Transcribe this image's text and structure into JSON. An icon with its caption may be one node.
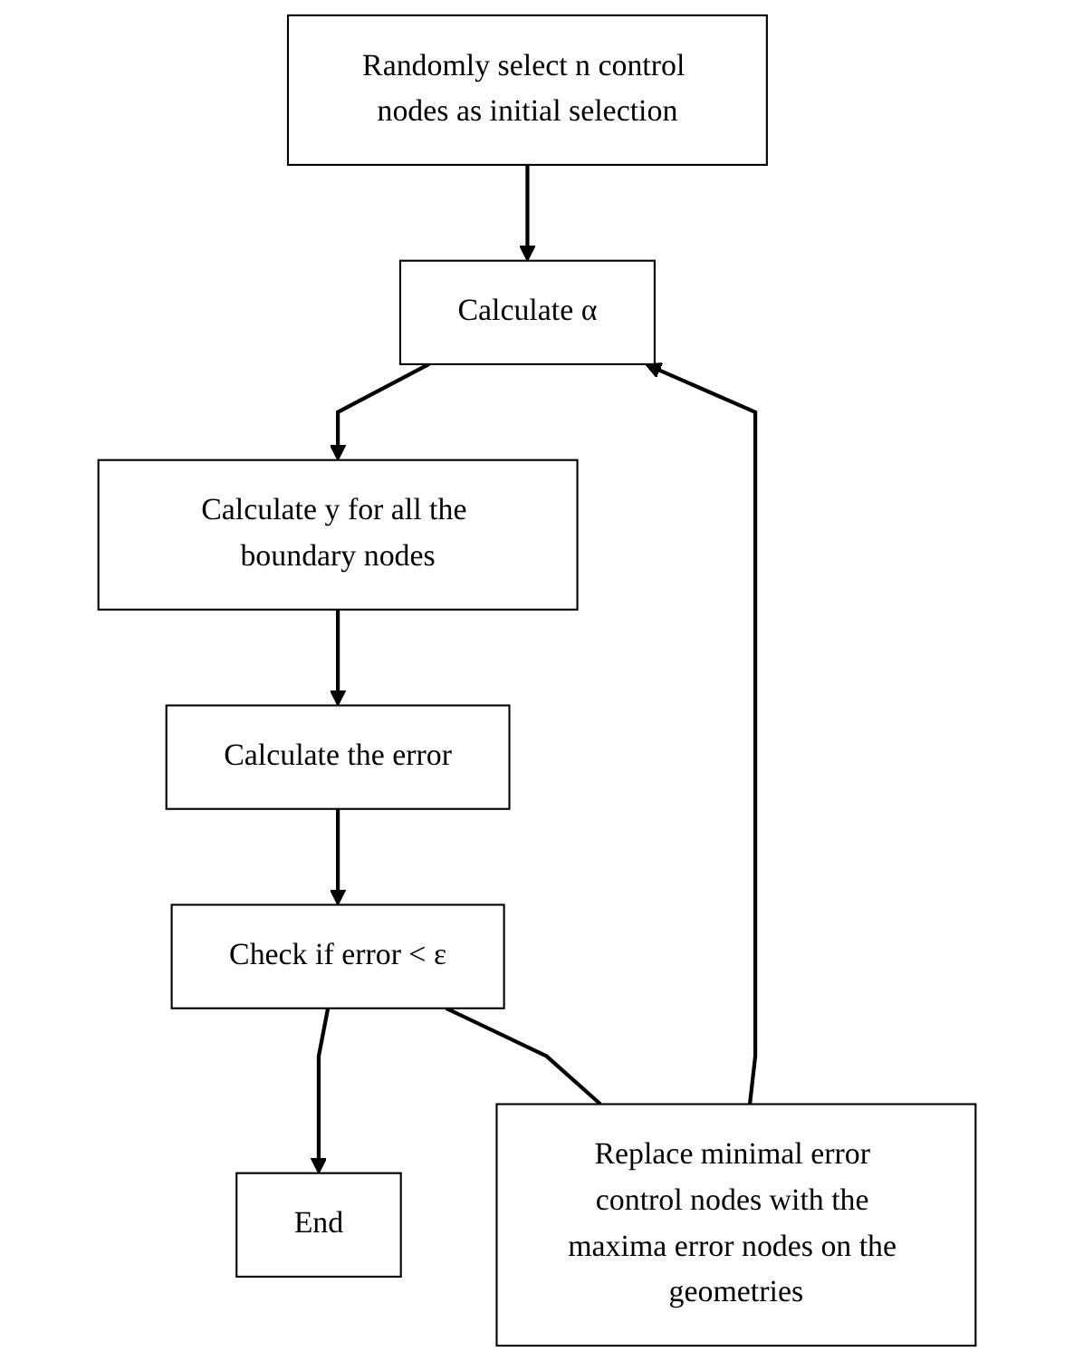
{
  "diagram": {
    "nodes": [
      {
        "text": [
          "Randomly select n control nodes as initial selection"
        ]
      },
      {
        "text": [
          "Calculate α"
        ]
      },
      {
        "text": [
          "Calculate y for all the boundary nodes"
        ]
      },
      {
        "text": [
          "Calculate the error"
        ]
      },
      {
        "text": [
          "Check if error < ε"
        ]
      },
      {
        "text": [
          "End"
        ]
      },
      {
        "text": [
          "Replace minimal error control nodes with the maxima error nodes on the geometries"
        ]
      }
    ],
    "edges": [
      {
        "from": 0,
        "to": 1,
        "arrow": "to"
      },
      {
        "from": 1,
        "to": 2,
        "arrow": "to"
      },
      {
        "from": 2,
        "to": 3,
        "arrow": "to"
      },
      {
        "from": 3,
        "to": 4,
        "arrow": "to"
      },
      {
        "from": 4,
        "to": 5,
        "arrow": "to"
      },
      {
        "from": 4,
        "to": 6,
        "arrow": "none"
      },
      {
        "from": 6,
        "to": 1,
        "arrow": "to"
      }
    ]
  }
}
